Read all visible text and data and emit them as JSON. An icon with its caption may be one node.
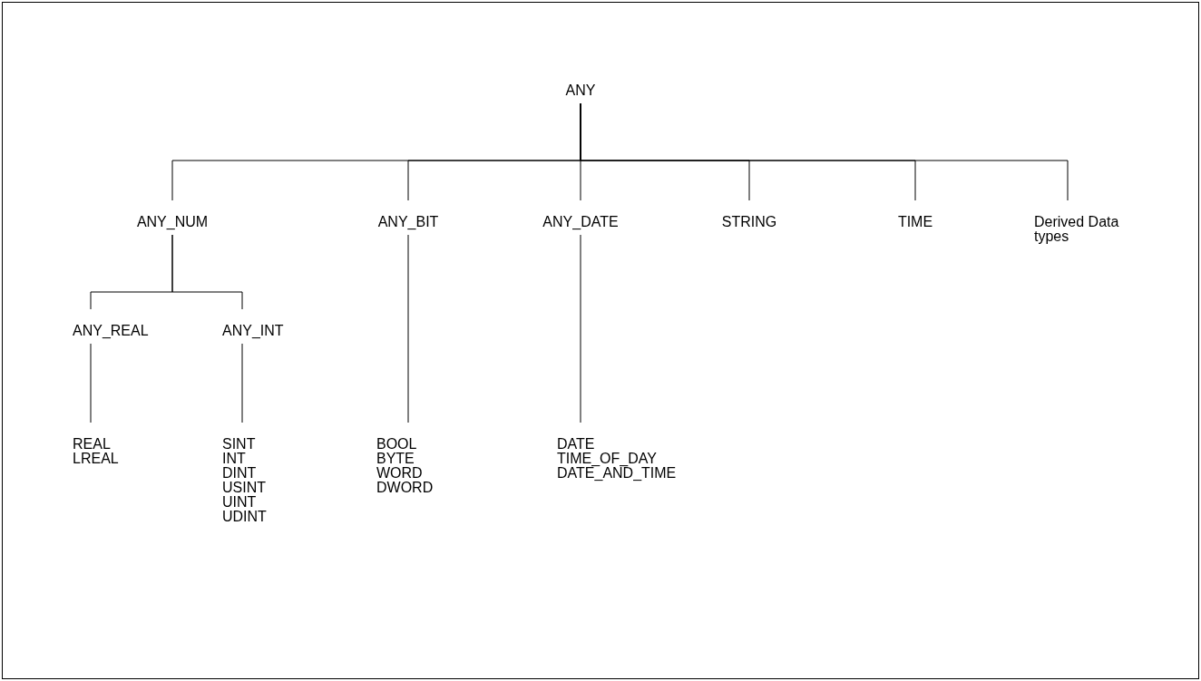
{
  "diagram": {
    "nodes": [
      {
        "text": [
          "ANY"
        ]
      },
      {
        "text": [
          "ANY_NUM"
        ]
      },
      {
        "text": [
          "ANY_BIT"
        ]
      },
      {
        "text": [
          "ANY_DATE"
        ]
      },
      {
        "text": [
          "STRING"
        ]
      },
      {
        "text": [
          "TIME"
        ]
      },
      {
        "text": [
          "Derived Data types"
        ]
      },
      {
        "text": [
          "ANY_REAL"
        ]
      },
      {
        "text": [
          "ANY_INT"
        ]
      },
      {
        "text": [
          "REAL",
          "LREAL"
        ]
      },
      {
        "text": [
          "SINT",
          "INT",
          "DINT",
          "USINT",
          "UINT",
          "UDINT"
        ]
      },
      {
        "text": [
          "BOOL",
          "BYTE",
          "WORD",
          "DWORD"
        ]
      },
      {
        "text": [
          "DATE",
          "TIME_OF_DAY",
          "DATE_AND_TIME"
        ]
      }
    ],
    "edges": [
      {
        "from": 0,
        "to": 1,
        "arrow": "none"
      },
      {
        "from": 0,
        "to": 2,
        "arrow": "none"
      },
      {
        "from": 0,
        "to": 3,
        "arrow": "none"
      },
      {
        "from": 0,
        "to": 4,
        "arrow": "none"
      },
      {
        "from": 0,
        "to": 5,
        "arrow": "none"
      },
      {
        "from": 0,
        "to": 6,
        "arrow": "none"
      },
      {
        "from": 1,
        "to": 7,
        "arrow": "none"
      },
      {
        "from": 1,
        "to": 8,
        "arrow": "none"
      },
      {
        "from": 7,
        "to": 9,
        "arrow": "none"
      },
      {
        "from": 8,
        "to": 10,
        "arrow": "none"
      },
      {
        "from": 2,
        "to": 11,
        "arrow": "none"
      },
      {
        "from": 3,
        "to": 12,
        "arrow": "none"
      }
    ]
  }
}
